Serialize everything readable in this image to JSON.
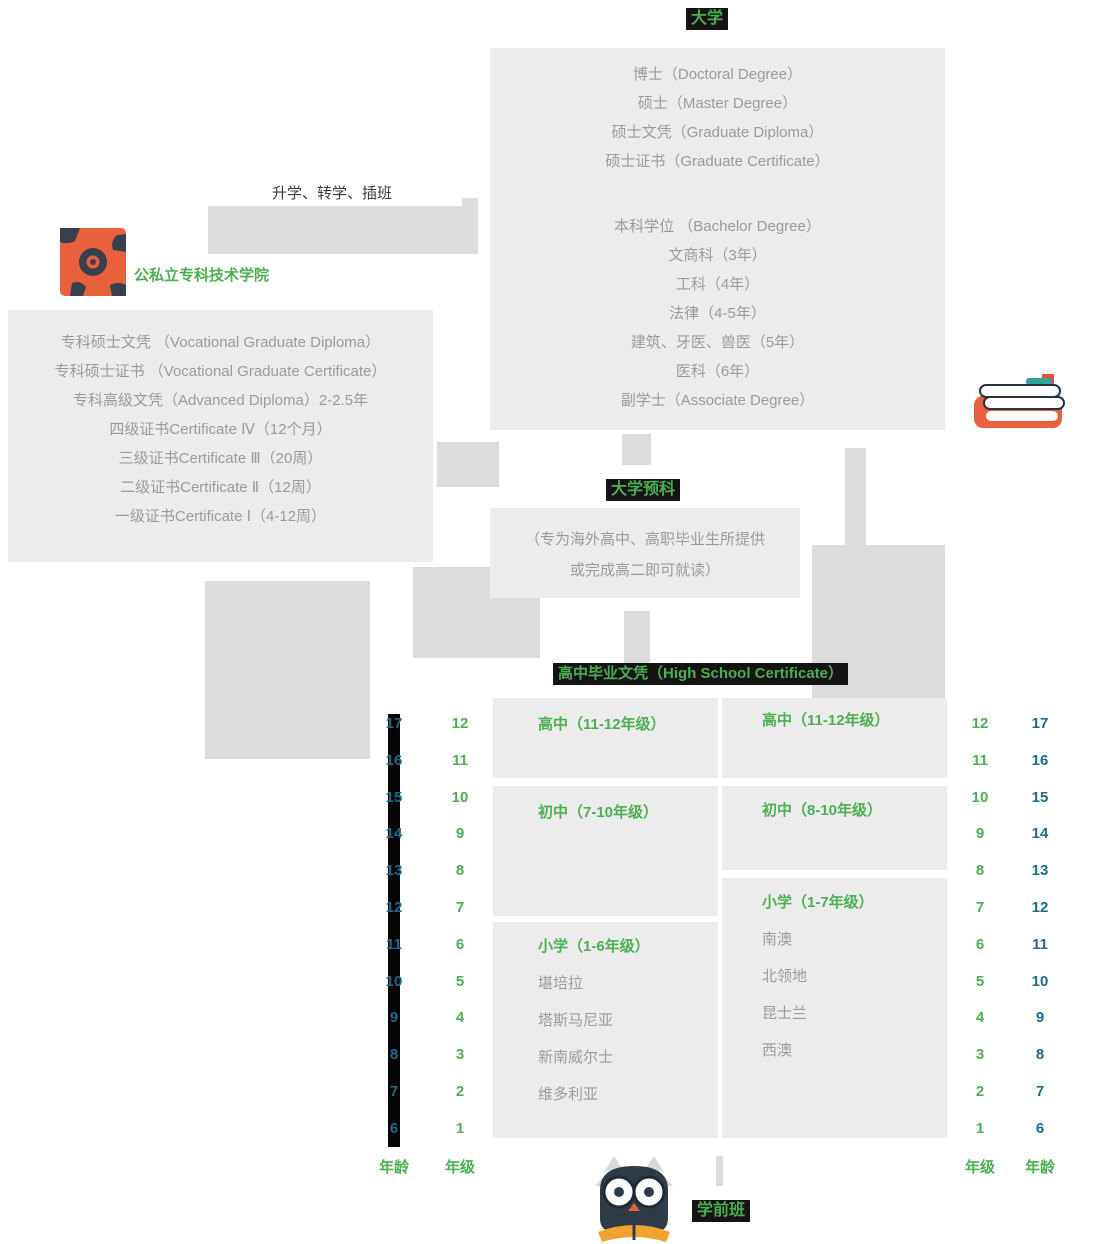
{
  "colors": {
    "accent_green": "#4caf50",
    "age_blue": "#1c6a8c",
    "box_gray": "#ececec",
    "connector_gray": "#dcdcdc",
    "banner_black": "#141414",
    "icon_orange": "#e8613c",
    "icon_navy": "#2e3a47"
  },
  "university": {
    "title": "大学",
    "postgraduate": [
      "博士（Doctoral Degree）",
      "硕士（Master Degree）",
      "硕士文凭（Graduate Diploma）",
      "硕士证书（Graduate Certificate）"
    ],
    "undergraduate": [
      "本科学位 （Bachelor Degree）",
      "文商科（3年）",
      "工科（4年）",
      "法律（4-5年）",
      "建筑、牙医、兽医（5年）",
      "医科（6年）",
      "副学士（Associate Degree）"
    ]
  },
  "pathway": {
    "transfer_label": "升学、转学、插班"
  },
  "vocational": {
    "title": "公私立专科技术学院",
    "icon": "gear-icon",
    "qualifications": [
      "专科硕士文凭 （Vocational Graduate Diploma）",
      "专科硕士证书 （Vocational Graduate Certificate）",
      "专科高级文凭（Advanced Diploma）2-2.5年",
      "四级证书Certificate Ⅳ（12个月）",
      "三级证书Certificate Ⅲ（20周）",
      "二级证书Certificate Ⅱ（12周）",
      "一级证书Certificate Ⅰ（4-12周）"
    ]
  },
  "foundation": {
    "title": "大学预科",
    "note_lines": [
      "（专为海外高中、高职毕业生所提供",
      "或完成高二即可就读）"
    ]
  },
  "hsc_banner": "高中毕业文凭（High School Certificate）",
  "schools": {
    "left": {
      "high_school": "高中（11-12年级）",
      "middle_school": "初中（7-10年级）",
      "primary_school": "小学（1-6年级）",
      "regions": [
        "堪培拉",
        "塔斯马尼亚",
        "新南威尔士",
        "维多利亚"
      ]
    },
    "right": {
      "high_school": "高中（11-12年级）",
      "middle_school": "初中（8-10年级）",
      "primary_school": "小学（1-7年级）",
      "regions": [
        "南澳",
        "北领地",
        "昆士兰",
        "西澳"
      ]
    }
  },
  "scale": {
    "age_label": "年龄",
    "grade_label": "年级",
    "ages": [
      "17",
      "16",
      "15",
      "14",
      "13",
      "12",
      "11",
      "10",
      "9",
      "8",
      "7",
      "6"
    ],
    "grades": [
      "12",
      "11",
      "10",
      "9",
      "8",
      "7",
      "6",
      "5",
      "4",
      "3",
      "2",
      "1"
    ]
  },
  "preschool": {
    "label": "学前班",
    "icon": "owl-icon"
  },
  "icons": {
    "university_books": "book-icon"
  }
}
